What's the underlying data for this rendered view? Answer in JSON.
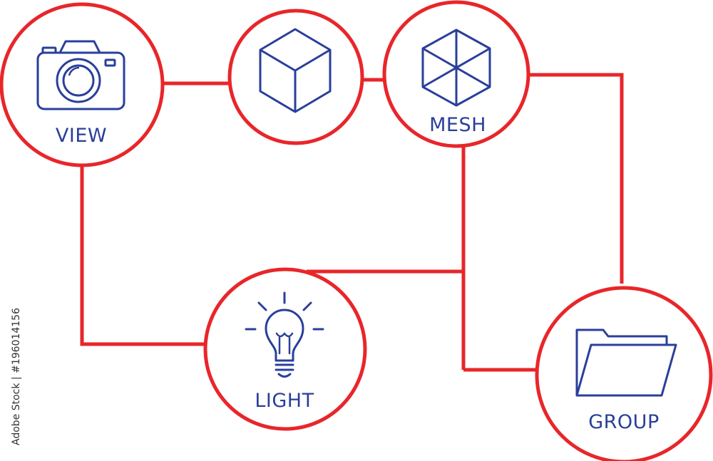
{
  "colors": {
    "connector": "#e8262a",
    "icon": "#2a3f9b",
    "label": "#2a3f9b",
    "background": "#ffffff"
  },
  "nodes": {
    "view": {
      "label": "VIEW",
      "icon": "camera-icon"
    },
    "cube": {
      "icon": "cube-icon"
    },
    "mesh": {
      "label": "MESH",
      "icon": "mesh-cube-icon"
    },
    "light": {
      "label": "LIGHT",
      "icon": "lightbulb-icon"
    },
    "group": {
      "label": "GROUP",
      "icon": "folder-icon"
    }
  },
  "side_credit": "Adobe Stock | #196014156"
}
